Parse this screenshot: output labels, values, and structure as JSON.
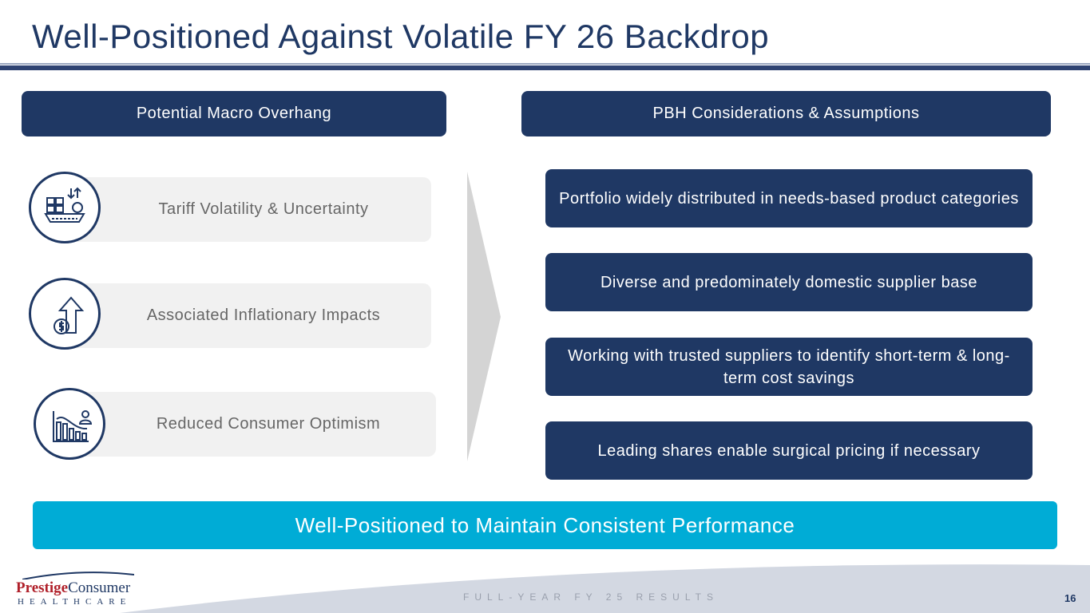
{
  "title": "Well-Positioned Against Volatile FY 26 Backdrop",
  "left_header": "Potential Macro Overhang",
  "right_header": "PBH Considerations & Assumptions",
  "risks": [
    {
      "label": "Tariff Volatility & Uncertainty",
      "icon": "shipping-tariff-icon"
    },
    {
      "label": "Associated Inflationary Impacts",
      "icon": "dollar-up-arrow-icon"
    },
    {
      "label": "Reduced Consumer Optimism",
      "icon": "declining-chart-person-icon"
    }
  ],
  "considerations": [
    "Portfolio widely distributed in needs-based product categories",
    "Diverse and predominately domestic supplier base",
    "Working with trusted suppliers to identify short-term & long-term cost savings",
    "Leading shares enable surgical pricing if necessary"
  ],
  "banner": "Well-Positioned to Maintain Consistent Performance",
  "footer": {
    "logo_line1a": "Prestige",
    "logo_line1b": "Consumer",
    "logo_line2": "HEALTHCARE",
    "text": "FULL-YEAR FY 25 RESULTS",
    "page": "16"
  }
}
